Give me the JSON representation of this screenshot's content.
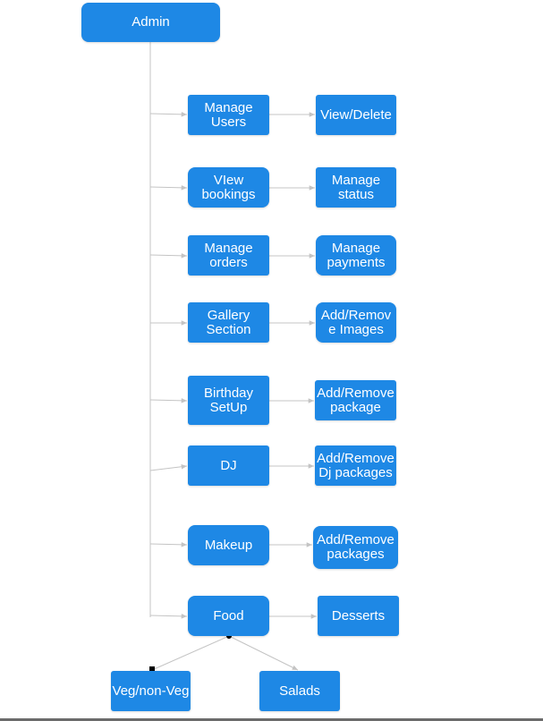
{
  "diagram": {
    "root": {
      "label": "Admin"
    },
    "modules": [
      {
        "label": "Manage\nUsers",
        "action": "View/Delete"
      },
      {
        "label": "VIew\nbookings",
        "action": "Manage\nstatus"
      },
      {
        "label": "Manage\norders",
        "action": "Manage\npayments"
      },
      {
        "label": "Gallery\nSection",
        "action": "Add/Remov\ne Images"
      },
      {
        "label": "Birthday\nSetUp",
        "action": "Add/Remove\npackage"
      },
      {
        "label": "DJ",
        "action": "Add/Remove\nDj packages"
      },
      {
        "label": "Makeup",
        "action": "Add/Remove\npackages"
      },
      {
        "label": "Food",
        "action": "Desserts"
      }
    ],
    "food_children": [
      {
        "label": "Veg/non-Veg"
      },
      {
        "label": "Salads"
      }
    ],
    "colors": {
      "node_fill": "#1e88e5",
      "node_text": "#ffffff",
      "connector": "#c4c4c4"
    }
  }
}
